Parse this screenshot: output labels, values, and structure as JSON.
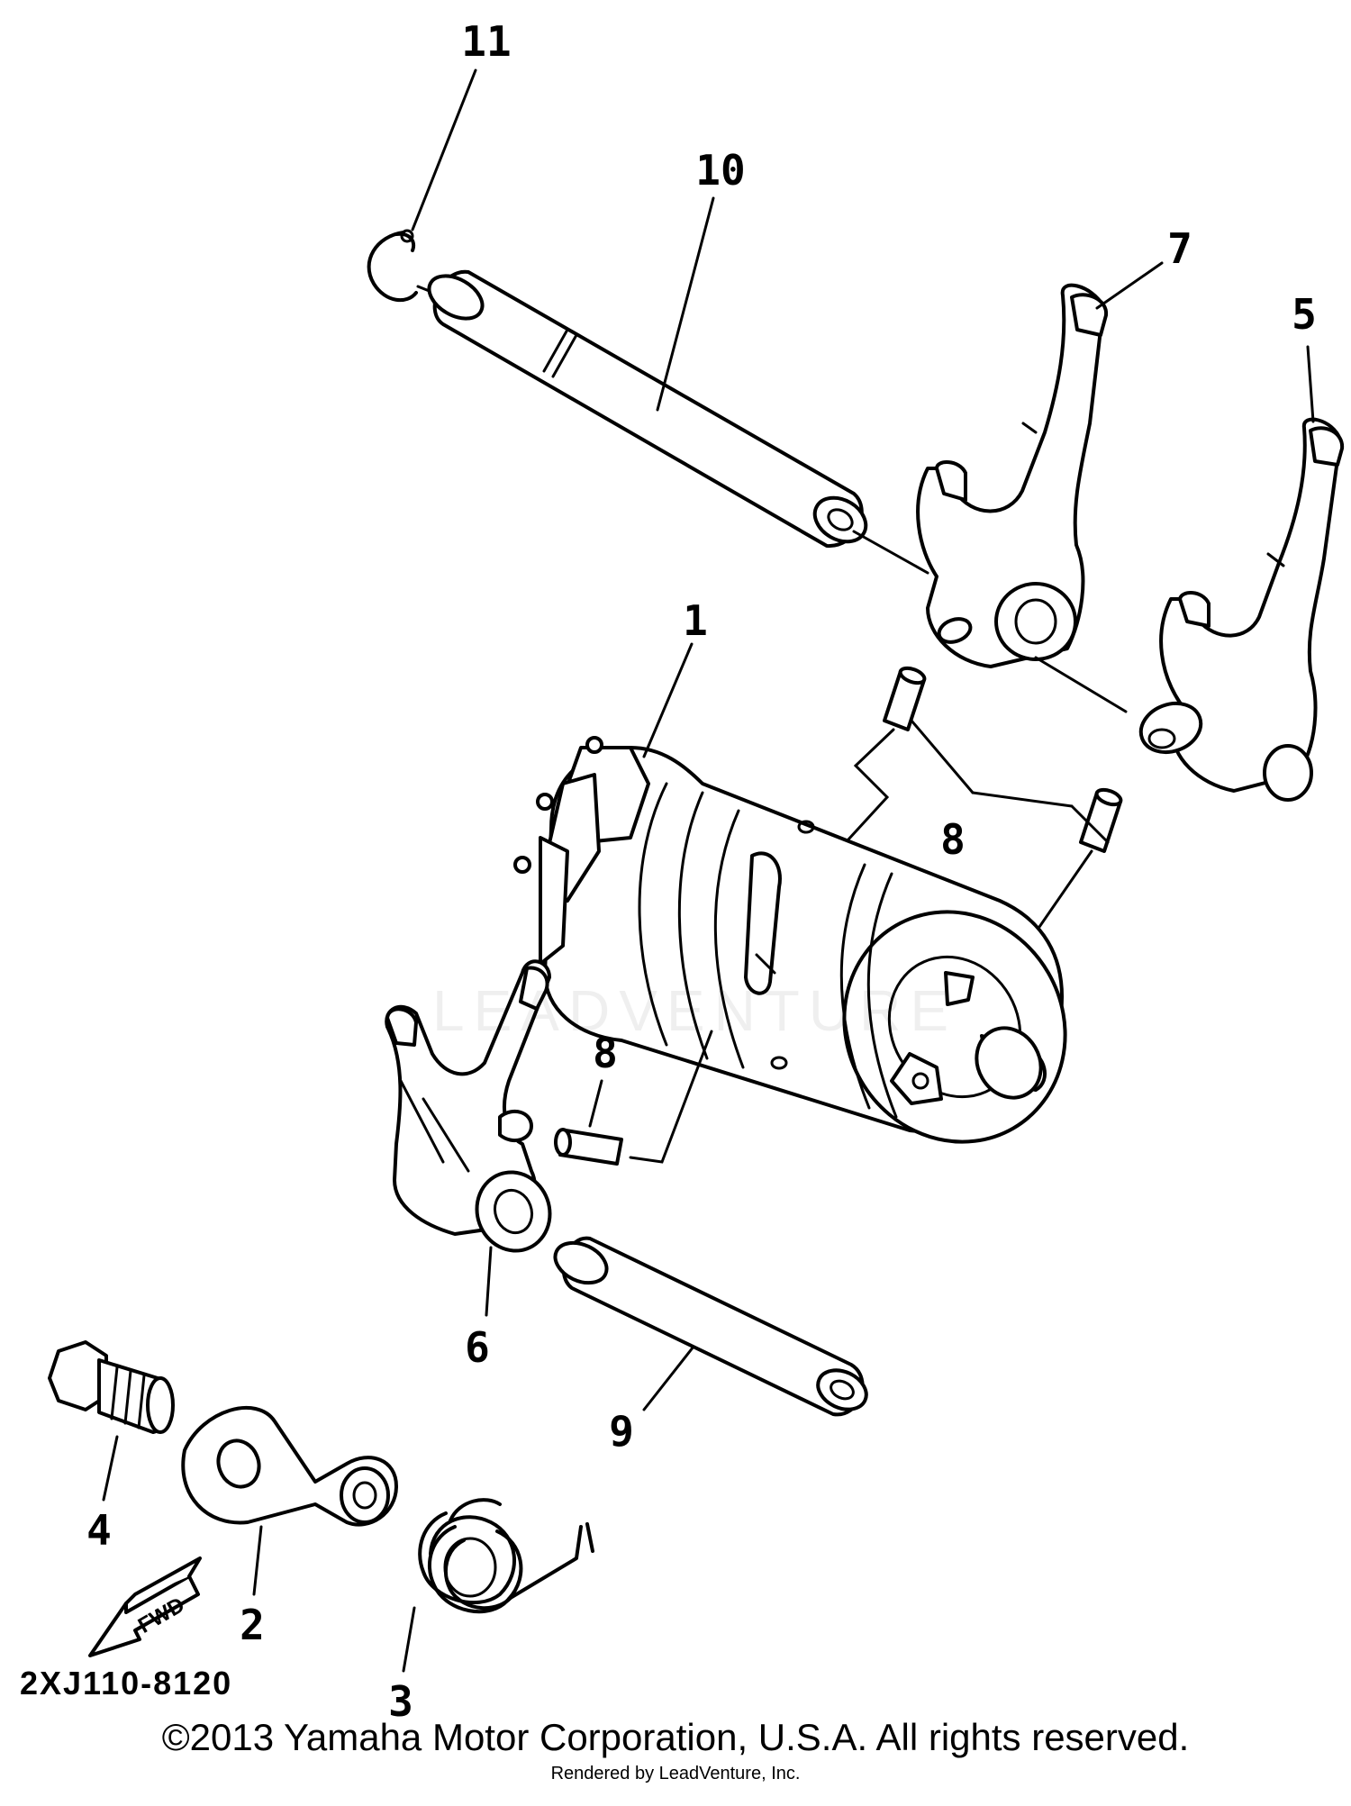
{
  "callouts": {
    "p1": "1",
    "p2": "2",
    "p3": "3",
    "p4": "4",
    "p5": "5",
    "p6": "6",
    "p7": "7",
    "p8a": "8",
    "p8b": "8",
    "p9": "9",
    "p10": "10",
    "p11": "11"
  },
  "fwd_label": "FWD",
  "diagram_code": "2XJ110-8120",
  "copyright": "©2013 Yamaha Motor Corporation, U.S.A. All rights reserved.",
  "rendered_by": "Rendered by LeadVenture, Inc.",
  "watermark": "LEADVENTURE"
}
